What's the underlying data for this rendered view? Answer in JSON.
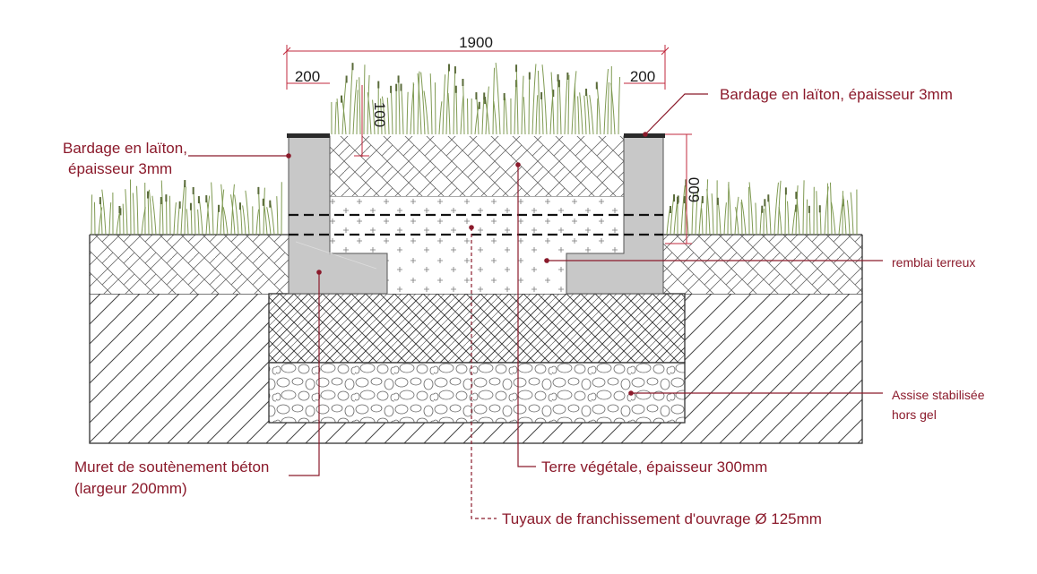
{
  "dimensions": {
    "total_width": "1900",
    "left_edge": "200",
    "right_edge": "200",
    "depth_soil": "100",
    "height_wall": "600"
  },
  "annotations": {
    "brass_right": "Bardage en laïton, épaisseur 3mm",
    "brass_left_line1": "Bardage en laïton,",
    "brass_left_line2": "épaisseur 3mm",
    "backfill": "remblai terreux",
    "foundation_line1": "Assise stabilisée",
    "foundation_line2": "hors gel",
    "wall_line1": "Muret de soutènement béton",
    "wall_line2": "(largeur 200mm)",
    "topsoil": "Terre végétale, épaisseur 300mm",
    "pipes": "Tuyaux de franchissement d'ouvrage Ø 125mm"
  },
  "colors": {
    "annotation": "#8b1a2b",
    "concrete": "#c8c8c8",
    "grass": "#7f9a52",
    "brass": "#2a2a2a"
  }
}
